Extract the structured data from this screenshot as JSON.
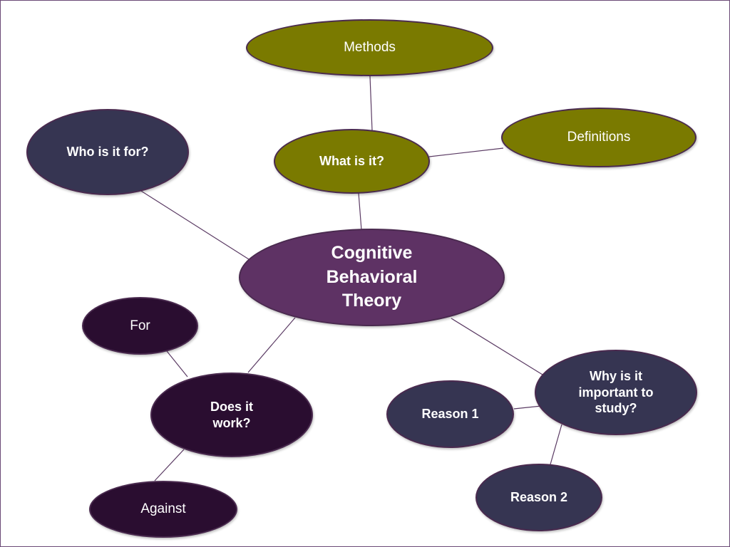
{
  "diagram": {
    "center": {
      "label": "Cognitive Behavioral Theory"
    },
    "nodes": {
      "methods": {
        "label": "Methods"
      },
      "definitions": {
        "label": "Definitions"
      },
      "what_is_it": {
        "label": "What is it?"
      },
      "who_is_it_for": {
        "label": "Who is it for?"
      },
      "for": {
        "label": "For"
      },
      "does_it_work": {
        "label": "Does it work?"
      },
      "against": {
        "label": "Against"
      },
      "why_important": {
        "label": "Why is it important to study?"
      },
      "reason_1": {
        "label": "Reason 1"
      },
      "reason_2": {
        "label": "Reason 2"
      }
    },
    "connections": [
      [
        "center",
        "what_is_it"
      ],
      [
        "center",
        "who_is_it_for"
      ],
      [
        "center",
        "does_it_work"
      ],
      [
        "center",
        "why_important"
      ],
      [
        "what_is_it",
        "methods"
      ],
      [
        "what_is_it",
        "definitions"
      ],
      [
        "does_it_work",
        "for"
      ],
      [
        "does_it_work",
        "against"
      ],
      [
        "why_important",
        "reason_1"
      ],
      [
        "why_important",
        "reason_2"
      ]
    ],
    "colors": {
      "olive": "#7a7a00",
      "navy": "#363552",
      "plum": "#2a0d30",
      "purple": "#5e3264",
      "line": "#5a3a63"
    }
  }
}
